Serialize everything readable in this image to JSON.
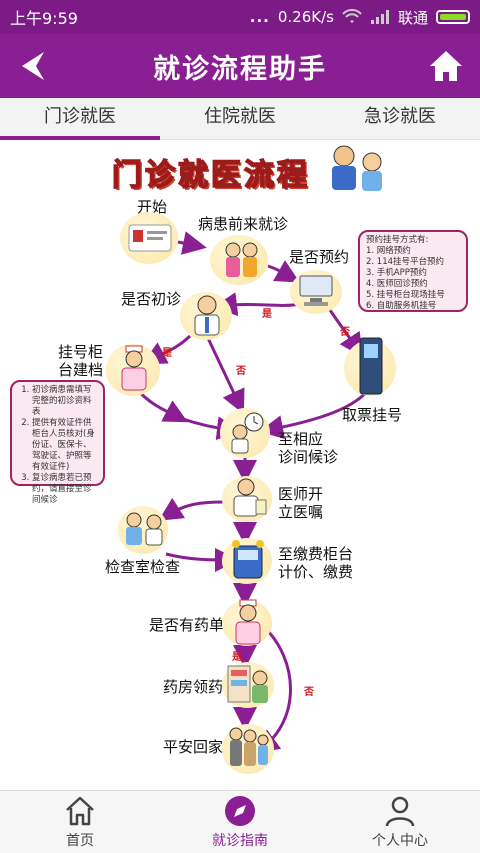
{
  "status": {
    "time": "上午9:59",
    "speed": "0.26K/s",
    "carrier": "联通",
    "dots": "..."
  },
  "header": {
    "title": "就诊流程助手",
    "back_icon": "back-arrow-icon",
    "home_icon": "home-icon"
  },
  "tabs": [
    {
      "label": "门诊就医",
      "active": true
    },
    {
      "label": "住院就医",
      "active": false
    },
    {
      "label": "急诊就医",
      "active": false
    }
  ],
  "flow": {
    "title": "门诊就医流程",
    "steps": {
      "start": "开始",
      "arrive": "病患前来就诊",
      "appointment_q": "是否预约",
      "first_visit_q": "是否初诊",
      "register_line1": "挂号柜",
      "register_line2": "台建档",
      "ticket": "取票挂号",
      "wait_line1": "至相应",
      "wait_line2": "诊间候诊",
      "prescribe_line1": "医师开",
      "prescribe_line2": "立医嘱",
      "exam": "检查室检查",
      "pay_line1": "至缴费柜台",
      "pay_line2": "计价、缴费",
      "medicine_q": "是否有药单",
      "pharmacy": "药房领药",
      "home": "平安回家"
    },
    "yes": "是",
    "no": "否",
    "appointment_note": {
      "title": "预约挂号方式有:",
      "items": [
        "1. 网络预约",
        "2. 114挂号平台预约",
        "3. 手机APP预约",
        "4. 医师回诊预约",
        "5. 挂号柜台现场挂号",
        "6. 自助服务机挂号"
      ]
    },
    "first_visit_note": {
      "items": [
        "初诊病患需填写完整的初诊资料表",
        "提供有效证件供柜台人员核对(身份证、医保卡、驾驶证、护照等有效证件)",
        "复诊病患若已预约，请直接至诊间候诊"
      ]
    }
  },
  "bottom_nav": [
    {
      "label": "首页",
      "icon": "home-outline-icon",
      "active": false
    },
    {
      "label": "就诊指南",
      "icon": "compass-icon",
      "active": true
    },
    {
      "label": "个人中心",
      "icon": "person-icon",
      "active": false
    }
  ],
  "colors": {
    "primary": "#8a1f93",
    "statusbar": "#7d1b86",
    "arrow": "#8a1f93",
    "no_yes_text": "#d4161c"
  }
}
